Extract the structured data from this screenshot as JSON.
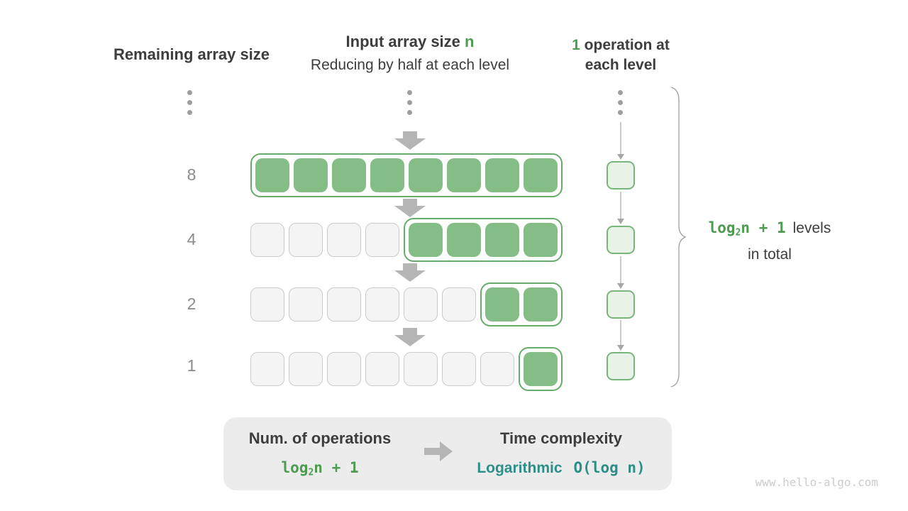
{
  "headers": {
    "left": "Remaining array size",
    "center_line1_prefix": "Input array size ",
    "center_line1_highlight": "n",
    "center_line2": "Reducing by half at each level",
    "right_highlight": "1",
    "right_line1_rest": " operation at",
    "right_line2": "each level"
  },
  "rows": [
    {
      "label": "8",
      "gray": 0,
      "green": 8
    },
    {
      "label": "4",
      "gray": 4,
      "green": 4
    },
    {
      "label": "2",
      "gray": 6,
      "green": 2
    },
    {
      "label": "1",
      "gray": 7,
      "green": 1
    }
  ],
  "brace_label": {
    "formula_log": "log",
    "formula_sub": "2",
    "formula_rest": "n + 1",
    "line1_text": "levels",
    "line2_text": "in total"
  },
  "summary": {
    "left_title": "Num. of operations",
    "left_formula_log": "log",
    "left_formula_sub": "2",
    "left_formula_rest": "n + 1",
    "right_title": "Time complexity",
    "right_value_word": "Logarithmic",
    "right_value_formula": "O(log n)"
  },
  "watermark": "www.hello-algo.com",
  "colors": {
    "accent_green": "#4E9B51",
    "cell_green": "#85BD86",
    "group_border_green": "#68AC6B",
    "op_fill": "#E9F2E7",
    "op_border": "#79B67B",
    "teal": "#2E8E88",
    "gray_cell_fill": "#F4F4F4",
    "gray_cell_border": "#CBCBCB",
    "arrow_gray": "#B5B5B5",
    "text_dark": "#3D3D3D",
    "text_gray": "#8B8B8B",
    "box_bg": "#ECECEC",
    "watermark": "#CCCCCC"
  }
}
